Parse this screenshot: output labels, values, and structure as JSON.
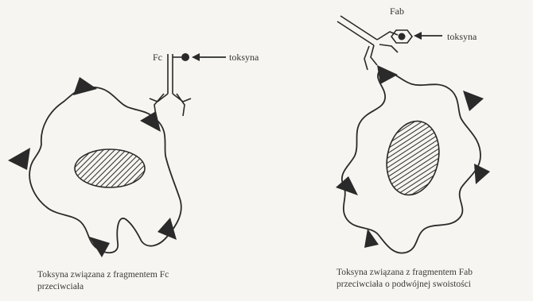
{
  "left_panel": {
    "label_fc": "Fc",
    "label_toxin": "toksyna",
    "caption_line1": "Toksyna związana z fragmentem Fc",
    "caption_line2": "przeciwciała"
  },
  "right_panel": {
    "label_fab": "Fab",
    "label_toxin": "toksyna",
    "caption_line1": "Toksyna związana z fragmentem Fab",
    "caption_line2": "przeciwciała o podwójnej swoistości"
  },
  "colors": {
    "ink": "#2a2a2a",
    "paper": "#f6f5f1"
  }
}
